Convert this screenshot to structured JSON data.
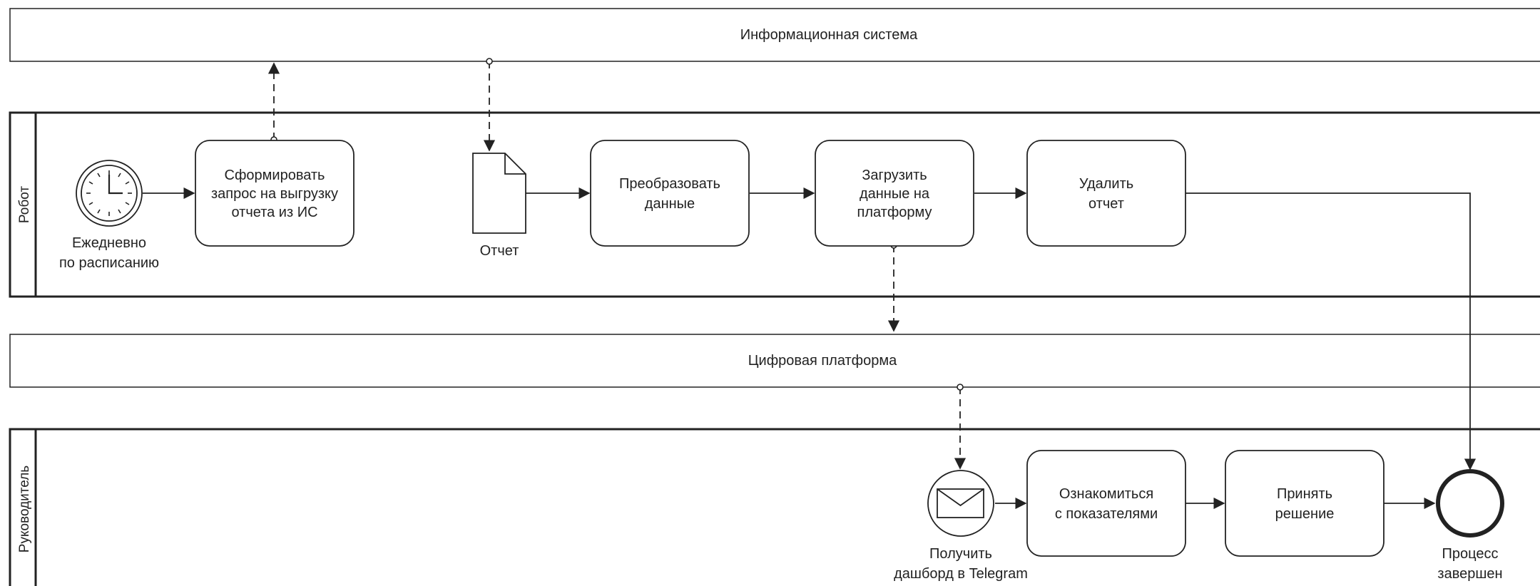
{
  "pools": {
    "info_system": "Информационная система",
    "platform": "Цифровая платформа"
  },
  "lanes": {
    "robot": "Робот",
    "manager": "Руководитель"
  },
  "events": {
    "timer_line1": "Ежедневно",
    "timer_line2": "по расписанию",
    "message_line1": "Получить",
    "message_line2": "дашборд в Telegram",
    "end_line1": "Процесс",
    "end_line2": "завершен"
  },
  "document": "Отчет",
  "tasks": {
    "request": [
      "Сформировать",
      "запрос на выгрузку",
      "отчета из ИС"
    ],
    "transform": [
      "Преобразовать",
      "данные"
    ],
    "upload": [
      "Загрузить",
      "данные на",
      "платформу"
    ],
    "delete": [
      "Удалить",
      "отчет"
    ],
    "review": [
      "Ознакомиться",
      "с показателями"
    ],
    "decide": [
      "Принять",
      "решение"
    ]
  },
  "colors": {
    "stroke": "#222222",
    "background": "#ffffff"
  }
}
